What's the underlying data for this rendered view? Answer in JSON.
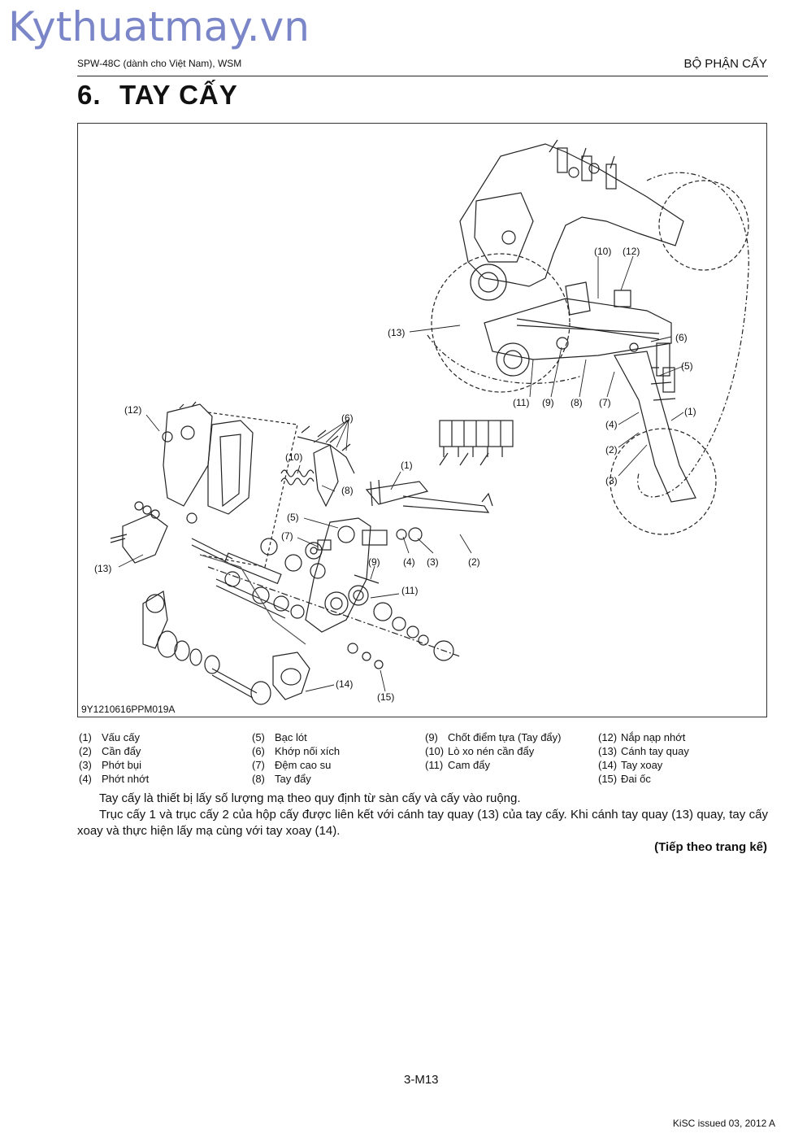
{
  "watermark": "Kythuatmay.vn",
  "header": {
    "left": "SPW-48C (dành cho Việt Nam), WSM",
    "right": "BỘ PHẬN CẤY"
  },
  "title": {
    "number": "6.",
    "text": "TAY CẤY"
  },
  "figure": {
    "code": "9Y1210616PPM019A",
    "callouts": {
      "c1": "(1)",
      "c2": "(2)",
      "c3": "(3)",
      "c4": "(4)",
      "c5": "(5)",
      "c6": "(6)",
      "c7": "(7)",
      "c8": "(8)",
      "c9": "(9)",
      "c10": "(10)",
      "c11": "(11)",
      "c12": "(12)",
      "c13": "(13)",
      "c14": "(14)",
      "c15": "(15)"
    }
  },
  "legend": [
    [
      {
        "num": "(1)",
        "text": "Vấu cấy"
      },
      {
        "num": "(2)",
        "text": "Cần đẩy"
      },
      {
        "num": "(3)",
        "text": "Phớt bụi"
      },
      {
        "num": "(4)",
        "text": "Phớt nhớt"
      }
    ],
    [
      {
        "num": "(5)",
        "text": "Bạc lót"
      },
      {
        "num": "(6)",
        "text": "Khớp nối xích"
      },
      {
        "num": "(7)",
        "text": "Đệm cao su"
      },
      {
        "num": "(8)",
        "text": "Tay đẩy"
      }
    ],
    [
      {
        "num": "(9)",
        "text": "Chốt điểm tựa (Tay đẩy)"
      },
      {
        "num": "(10)",
        "text": "Lò xo nén cần đẩy"
      },
      {
        "num": "(11)",
        "text": "Cam đẩy"
      }
    ],
    [
      {
        "num": "(12)",
        "text": "Nắp nạp nhớt"
      },
      {
        "num": "(13)",
        "text": "Cánh tay quay"
      },
      {
        "num": "(14)",
        "text": "Tay xoay"
      },
      {
        "num": "(15)",
        "text": "Đai ốc"
      }
    ]
  ],
  "body": {
    "p1": "Tay cấy là thiết bị lấy số lượng mạ theo quy định từ sàn cấy và cấy vào ruộng.",
    "p2": "Trục cấy 1 và trục cấy 2 của hộp cấy được liên kết với cánh tay quay (13) của tay cấy. Khi cánh tay quay (13) quay, tay cấy xoay và thực hiện lấy mạ cùng với tay xoay (14)."
  },
  "continued": "(Tiếp theo trang kế)",
  "page_number": "3-M13",
  "issued": "KiSC issued 03, 2012 A"
}
